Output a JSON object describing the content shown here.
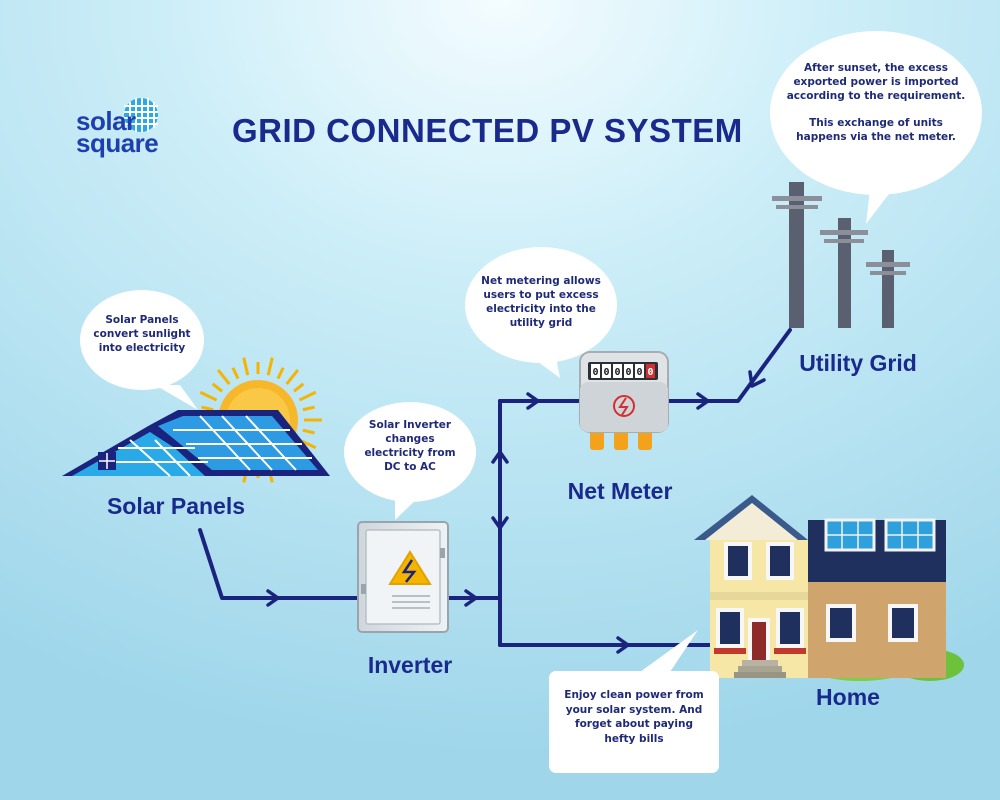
{
  "title": "GRID CONNECTED PV SYSTEM",
  "logo": {
    "line1": "solar",
    "line2": "square"
  },
  "labels": {
    "solar_panels": "Solar Panels",
    "inverter": "Inverter",
    "net_meter": "Net Meter",
    "utility_grid": "Utility Grid",
    "home": "Home"
  },
  "bubbles": {
    "solar_panels": [
      "Solar Panels",
      "convert sunlight",
      "into electricity"
    ],
    "inverter": [
      "Solar Inverter",
      "changes",
      "electricity from",
      "DC to AC"
    ],
    "net_meter": [
      "Net metering allows",
      "users to put excess",
      "electricity into the",
      "utility grid"
    ],
    "utility_grid": [
      "After sunset, the excess",
      "exported power is imported",
      "according to the requirement.",
      "",
      "This exchange of units",
      "happens via the net meter."
    ],
    "home": [
      "Enjoy clean power from",
      "your solar system. And",
      "forget about paying",
      "hefty bills"
    ]
  },
  "meter_digits": [
    "0",
    "0",
    "0",
    "0",
    "0",
    "0"
  ],
  "colors": {
    "background": "#bfe6f2",
    "title": "#1a2a8c",
    "flow_line": "#1a237e",
    "panel": "#3aa0e8",
    "sun": "#f4b400",
    "pole": "#5b6070"
  }
}
